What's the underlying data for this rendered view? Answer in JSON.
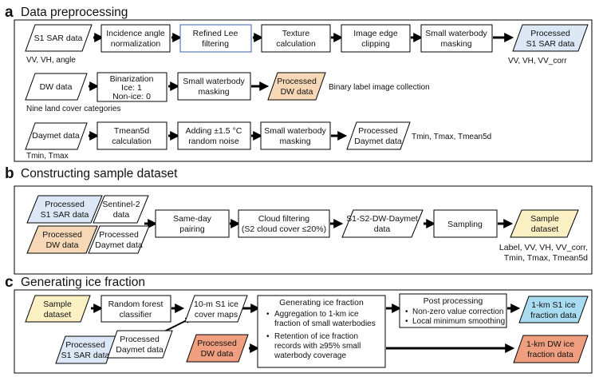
{
  "colors": {
    "blue": "#dce8f6",
    "orange": "#f6d8b6",
    "yellow": "#fbf0c4",
    "cyan": "#a9dcf0",
    "salmon": "#ef9f7f",
    "lee_border": "#3d5ea8"
  },
  "sections": {
    "a": {
      "letter": "a",
      "title": "Data preprocessing"
    },
    "b": {
      "letter": "b",
      "title": "Constructing sample dataset"
    },
    "c": {
      "letter": "c",
      "title": "Generating ice fraction"
    }
  },
  "a": {
    "row1": {
      "s1": [
        "S1 SAR data"
      ],
      "s1_caption": "VV, VH, angle",
      "incidence": [
        "Incidence angle",
        "normalization"
      ],
      "lee": [
        "Refined Lee",
        "filtering"
      ],
      "texture": [
        "Texture",
        "calculation"
      ],
      "clip": [
        "Image edge",
        "clipping"
      ],
      "mask": [
        "Small waterbody",
        "masking"
      ],
      "out": [
        "Processed",
        "S1 SAR data"
      ],
      "out_caption": "VV, VH, VV_corr"
    },
    "row2": {
      "dw": [
        "DW data"
      ],
      "dw_caption": "Nine land cover categories",
      "binar": [
        "Binarization",
        "Ice: 1",
        "Non-ice: 0"
      ],
      "mask": [
        "Small waterbody",
        "masking"
      ],
      "out": [
        "Processed",
        "DW data"
      ],
      "out_caption": "Binary label image collection"
    },
    "row3": {
      "daymet": [
        "Daymet data"
      ],
      "daymet_caption": "Tmin, Tmax",
      "tmean": [
        "Tmean5d",
        "calculation"
      ],
      "noise": [
        "Adding ±1.5 °C",
        "random noise"
      ],
      "mask": [
        "Small waterbody",
        "masking"
      ],
      "out": [
        "Processed",
        "Daymet data"
      ],
      "out_caption": "Tmin, Tmax, Tmean5d"
    }
  },
  "b": {
    "s1": [
      "Processed",
      "S1 SAR data"
    ],
    "sentinel2": [
      "Sentinel-2",
      "data"
    ],
    "dw": [
      "Processed",
      "DW data"
    ],
    "daymet": [
      "Processed",
      "Daymet data"
    ],
    "pairing": [
      "Same-day",
      "pairing"
    ],
    "cloud": [
      "Cloud filtering",
      "(S2 cloud cover ≤20%)"
    ],
    "merged": [
      "S1-S2-DW-Daymet",
      "data"
    ],
    "sampling": [
      "Sampling"
    ],
    "sample": [
      "Sample",
      "dataset"
    ],
    "sample_caption": [
      "Label, VV, VH, VV_corr,",
      "Tmin, Tmax, Tmean5d"
    ]
  },
  "c": {
    "sample": [
      "Sample",
      "dataset"
    ],
    "rf": [
      "Random forest",
      "classifier"
    ],
    "icemaps": [
      "10-m S1 ice",
      "cover maps"
    ],
    "s1": [
      "Processed",
      "S1 SAR data"
    ],
    "daymet": [
      "Processed",
      "Daymet data"
    ],
    "dw": [
      "Processed",
      "DW data"
    ],
    "gen_title": "Generating ice fraction",
    "gen_bullet1": [
      "Aggregation to 1-km ice",
      "fraction of small waterbodies"
    ],
    "gen_bullet2": [
      "Retention of ice fraction",
      "records with ≥95% small",
      "waterbody coverage"
    ],
    "post_title": "Post processing",
    "post_bullet1": "Non-zero value correction",
    "post_bullet2": "Local minimum smoothing",
    "out_s1": [
      "1-km S1 ice",
      "fraction data"
    ],
    "out_dw": [
      "1-km DW ice",
      "fraction data"
    ]
  }
}
